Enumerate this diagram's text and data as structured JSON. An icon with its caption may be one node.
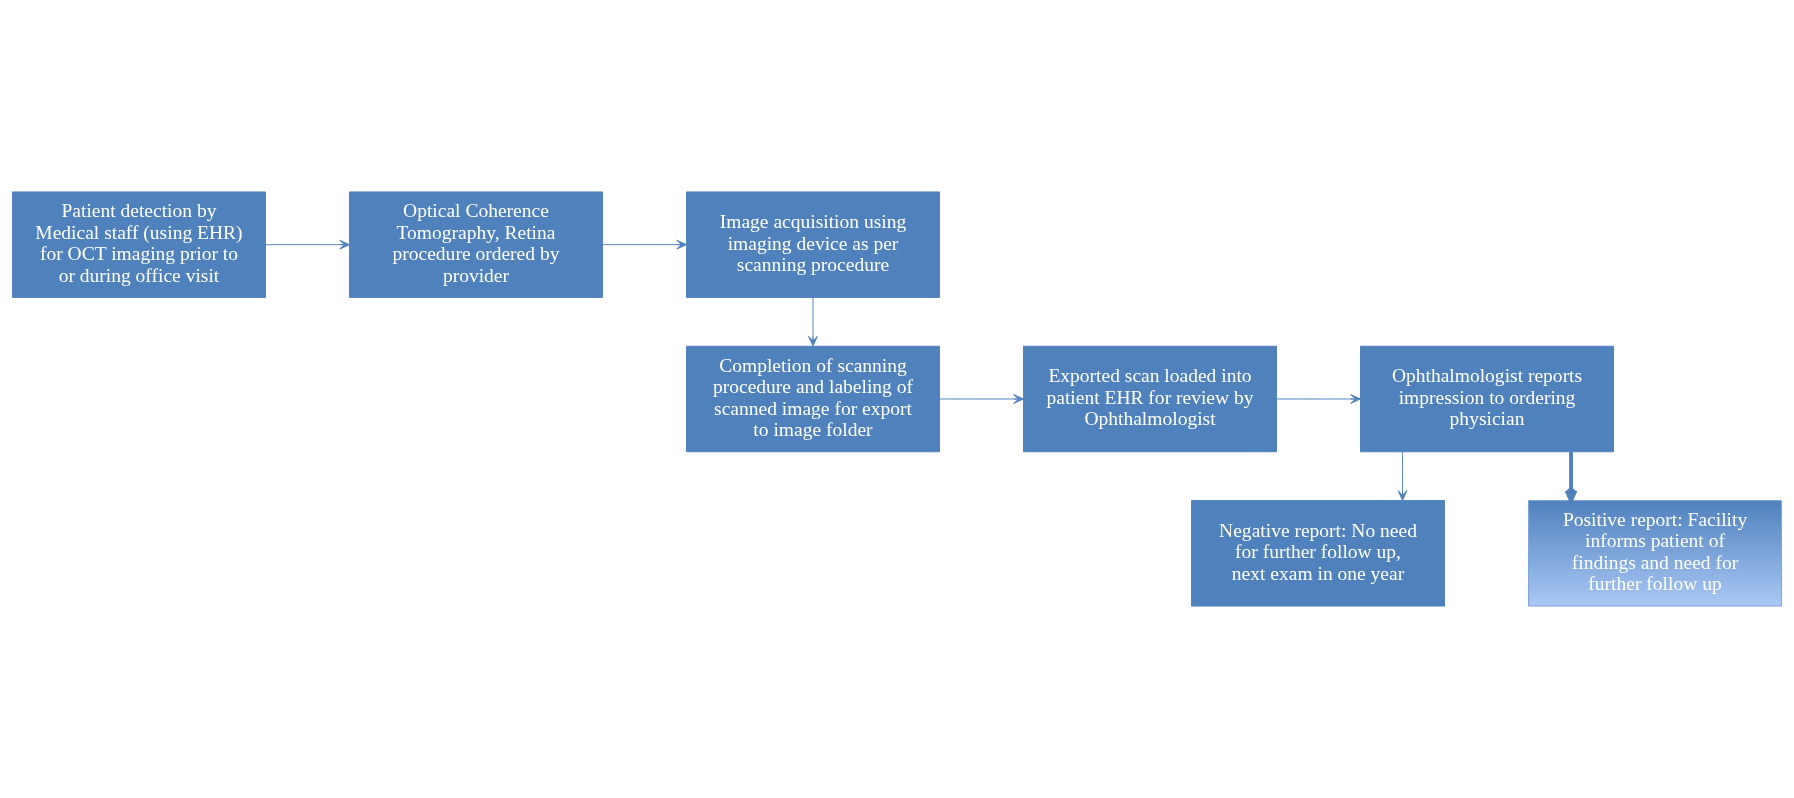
{
  "diagram": {
    "nodes": [
      {
        "text": [
          "Patient detection by Medical staff (using EHR) for OCT imaging prior to or during office visit"
        ]
      },
      {
        "text": [
          "Optical Coherence Tomography, Retina procedure ordered by provider"
        ]
      },
      {
        "text": [
          "Image acquisition using imaging device as per scanning procedure"
        ]
      },
      {
        "text": [
          "Completion of scanning procedure and labeling of scanned image for export to image folder"
        ]
      },
      {
        "text": [
          "Exported scan loaded into patient EHR for review by Ophthalmologist"
        ]
      },
      {
        "text": [
          "Ophthalmologist reports impression to ordering physician"
        ]
      },
      {
        "text": [
          "Negative report: No need for further follow up, next exam in one year"
        ]
      },
      {
        "text": [
          "Positive report: Facility informs patient of findings and need for further follow up"
        ]
      }
    ],
    "edges": [
      {
        "from": 0,
        "to": 1,
        "arrow": "to"
      },
      {
        "from": 1,
        "to": 2,
        "arrow": "to"
      },
      {
        "from": 2,
        "to": 3,
        "arrow": "to"
      },
      {
        "from": 3,
        "to": 4,
        "arrow": "to"
      },
      {
        "from": 4,
        "to": 5,
        "arrow": "to"
      },
      {
        "from": 5,
        "to": 6,
        "arrow": "to"
      },
      {
        "from": 5,
        "to": 7,
        "arrow": "to",
        "style": "thick"
      }
    ]
  }
}
